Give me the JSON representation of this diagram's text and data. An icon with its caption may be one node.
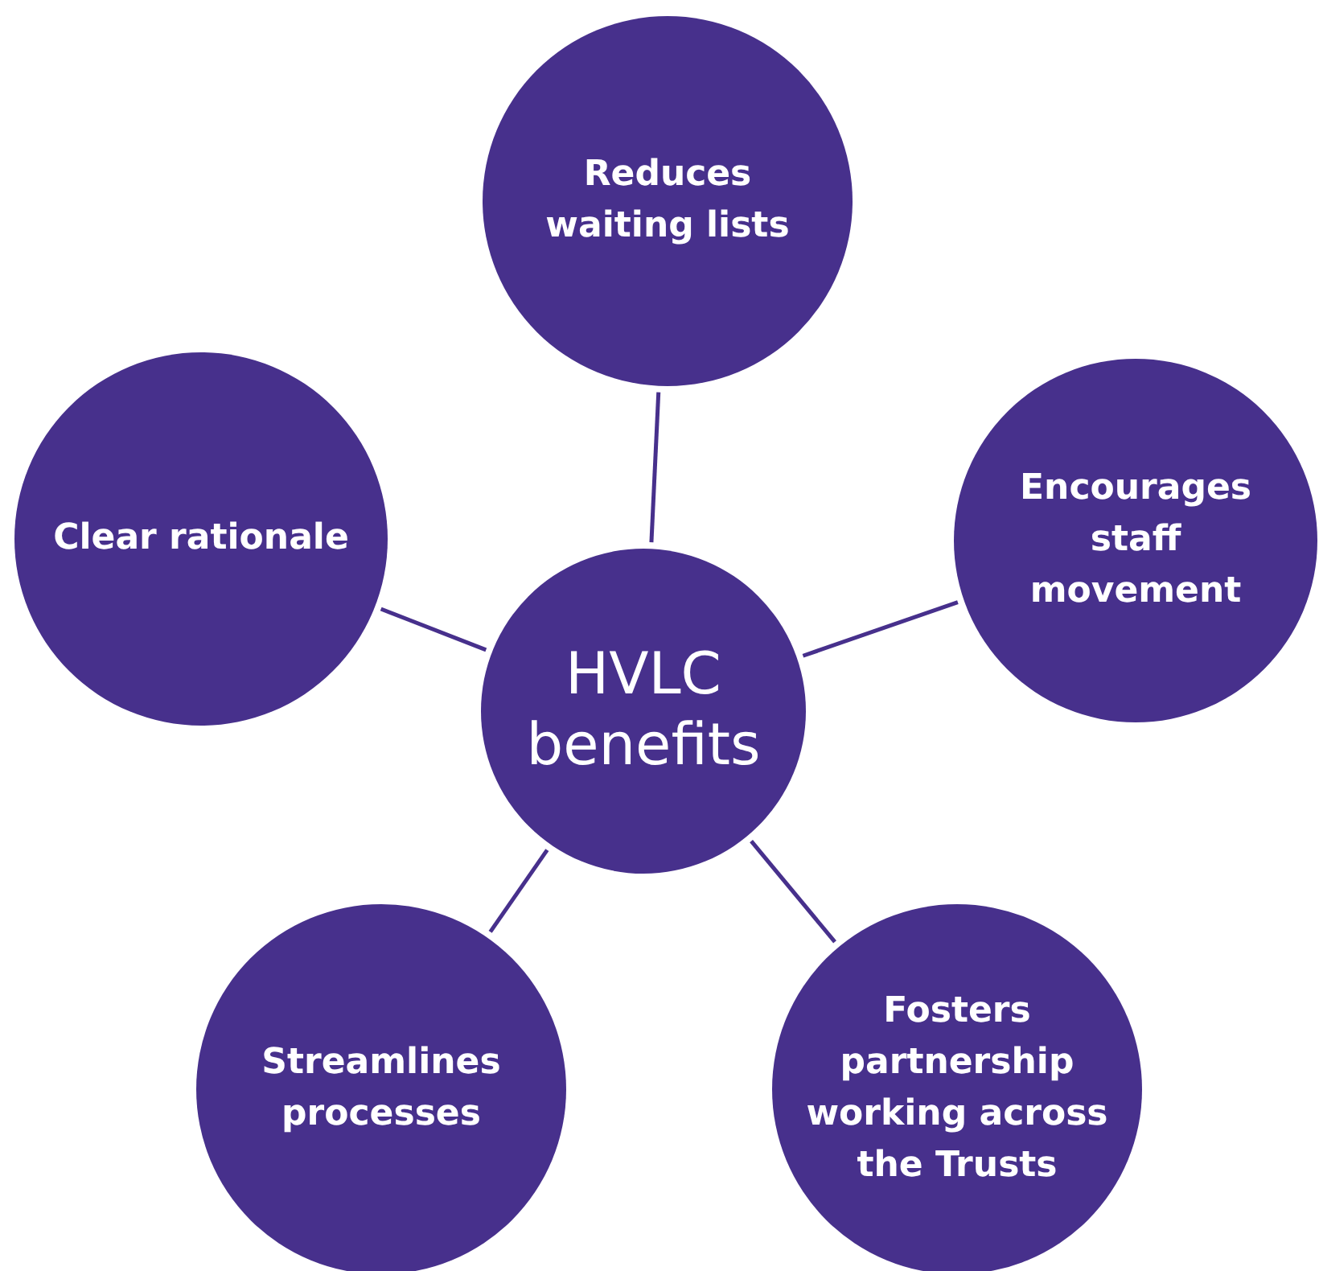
{
  "diagram": {
    "nodes": [
      {
        "text": [
          "HVLC benefits"
        ]
      },
      {
        "text": [
          "Reduces waiting lists"
        ]
      },
      {
        "text": [
          "Clear rationale"
        ]
      },
      {
        "text": [
          "Encourages staff movement"
        ]
      },
      {
        "text": [
          "Streamlines processes"
        ]
      },
      {
        "text": [
          "Fosters partnership working across the Trusts"
        ]
      }
    ],
    "edges": [
      {
        "from": 0,
        "to": 1,
        "arrow": "none"
      },
      {
        "from": 0,
        "to": 2,
        "arrow": "none"
      },
      {
        "from": 0,
        "to": 3,
        "arrow": "none"
      },
      {
        "from": 0,
        "to": 4,
        "arrow": "none"
      },
      {
        "from": 0,
        "to": 5,
        "arrow": "none"
      }
    ]
  }
}
